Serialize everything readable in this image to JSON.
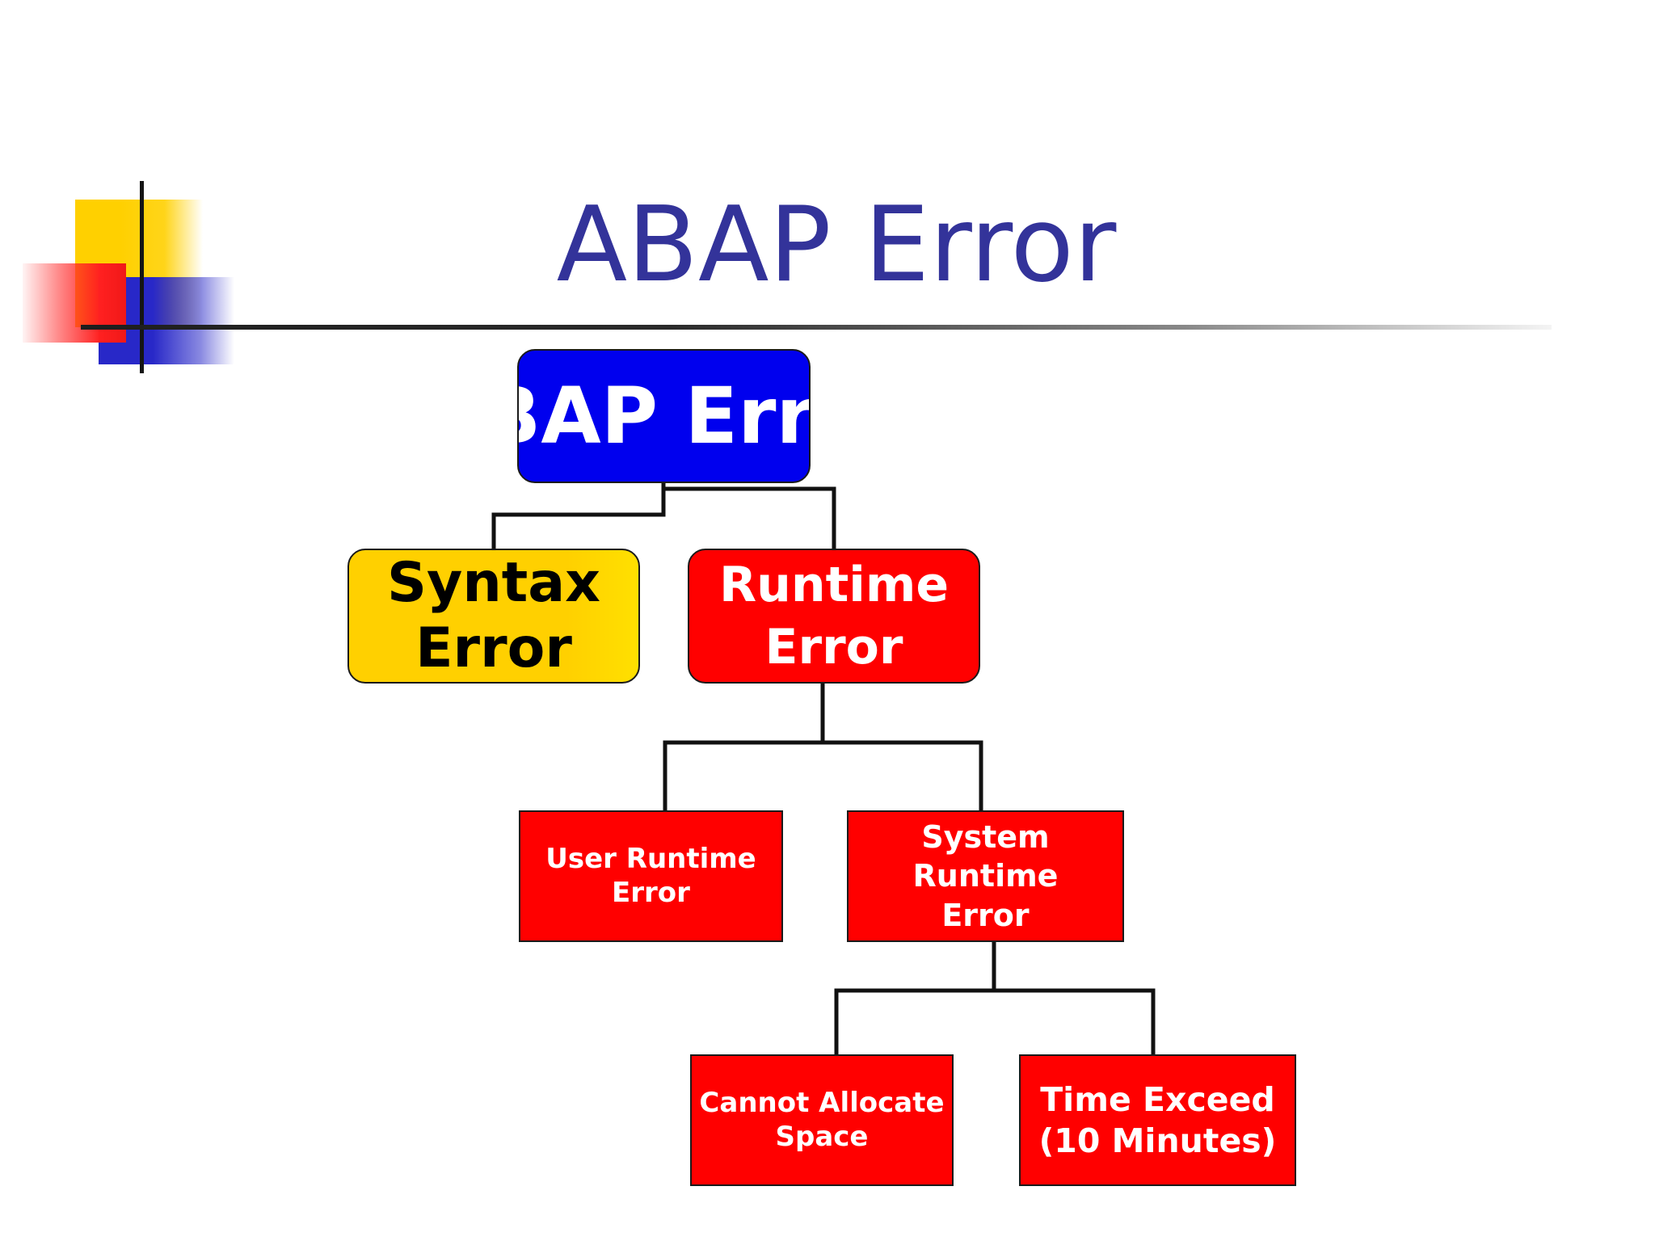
{
  "slide": {
    "title": "ABAP Error"
  },
  "diagram": {
    "root": "ABAP Error",
    "syntax": "Syntax\nError",
    "runtime": "Runtime\nError",
    "user_runtime": "User Runtime\nError",
    "system_runtime": "System Runtime\nError",
    "cannot_allocate": "Cannot Allocate\nSpace",
    "time_exceed": "Time Exceed\n(10 Minutes)"
  },
  "colors": {
    "title": "#33339a",
    "root_fill": "#0000ee",
    "syntax_fill": "#ffd000",
    "runtime_fill": "#ff0000",
    "connector": "#111111"
  }
}
